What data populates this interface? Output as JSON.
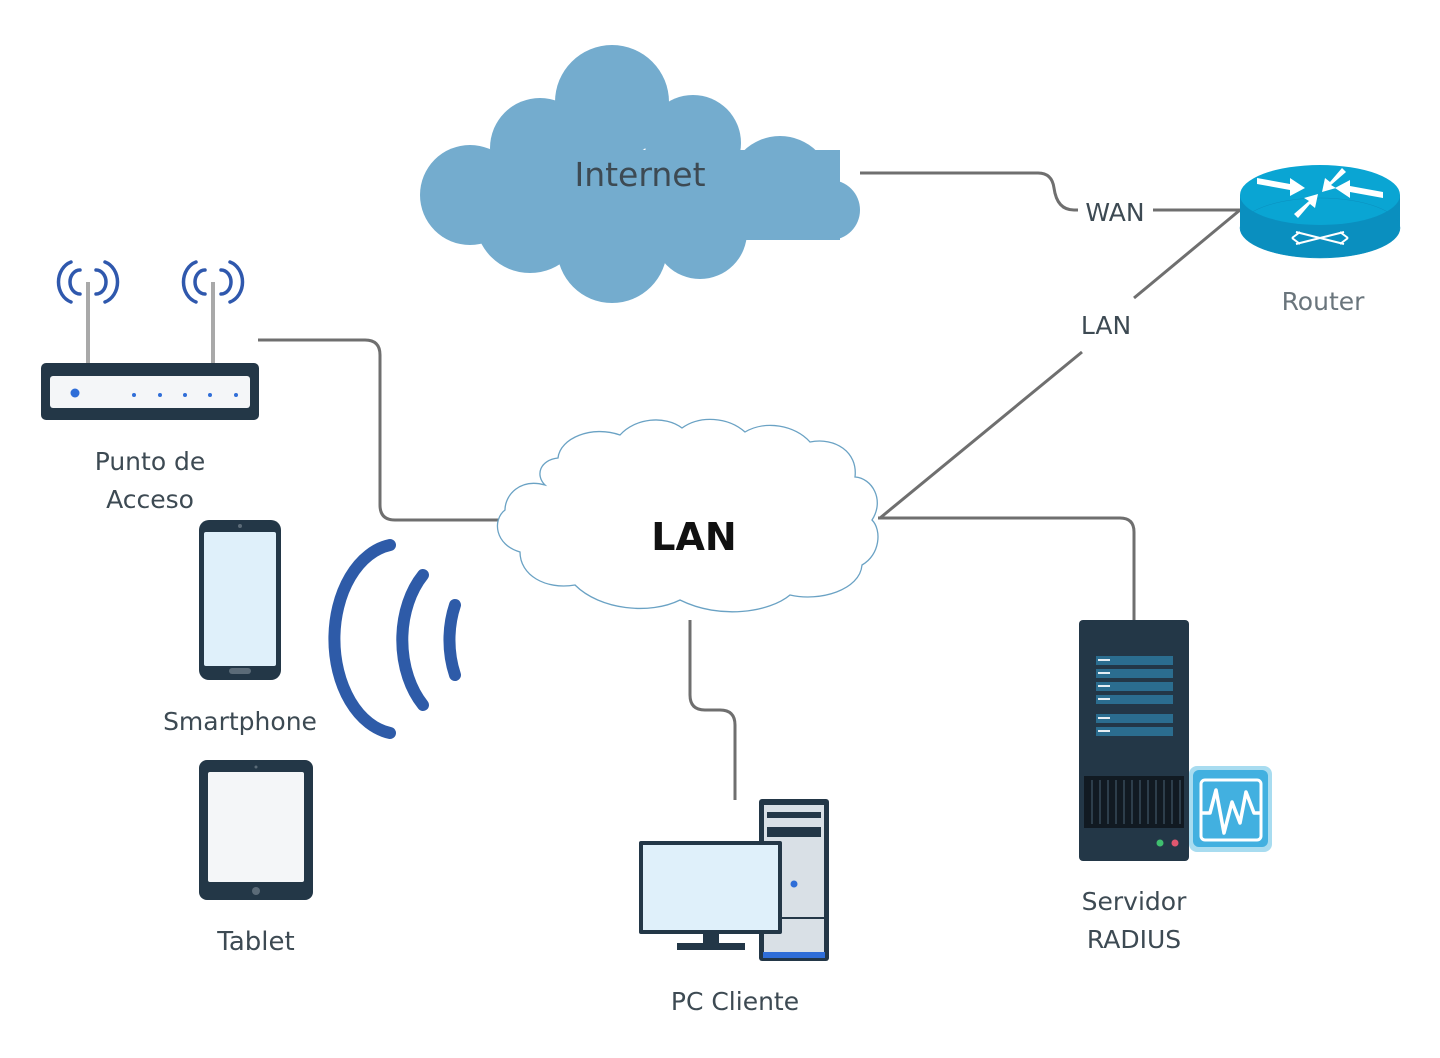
{
  "labels": {
    "internet": "Internet",
    "wan": "WAN",
    "lan_link": "LAN",
    "router": "Router",
    "access_point_line1": "Punto de",
    "access_point_line2": "Acceso",
    "lan_cloud": "LAN",
    "smartphone": "Smartphone",
    "tablet": "Tablet",
    "pc_client": "PC Cliente",
    "radius_line1": "Servidor",
    "radius_line2": "RADIUS"
  },
  "colors": {
    "internet_cloud": "#74acce",
    "router_body": "#0aa5d3",
    "link_line": "#6f6f6f",
    "dark_device": "#233747",
    "screen_light": "#dff0fa",
    "wifi_blue": "#2e5ba8",
    "radius_badge": "#42b0e0"
  },
  "icons": {
    "router": "router-icon",
    "access_point": "access-point-icon",
    "smartphone": "smartphone-icon",
    "tablet": "tablet-icon",
    "pc": "desktop-pc-icon",
    "server": "server-icon",
    "wifi": "wifi-signal-icon",
    "radius": "radius-monitor-icon"
  }
}
